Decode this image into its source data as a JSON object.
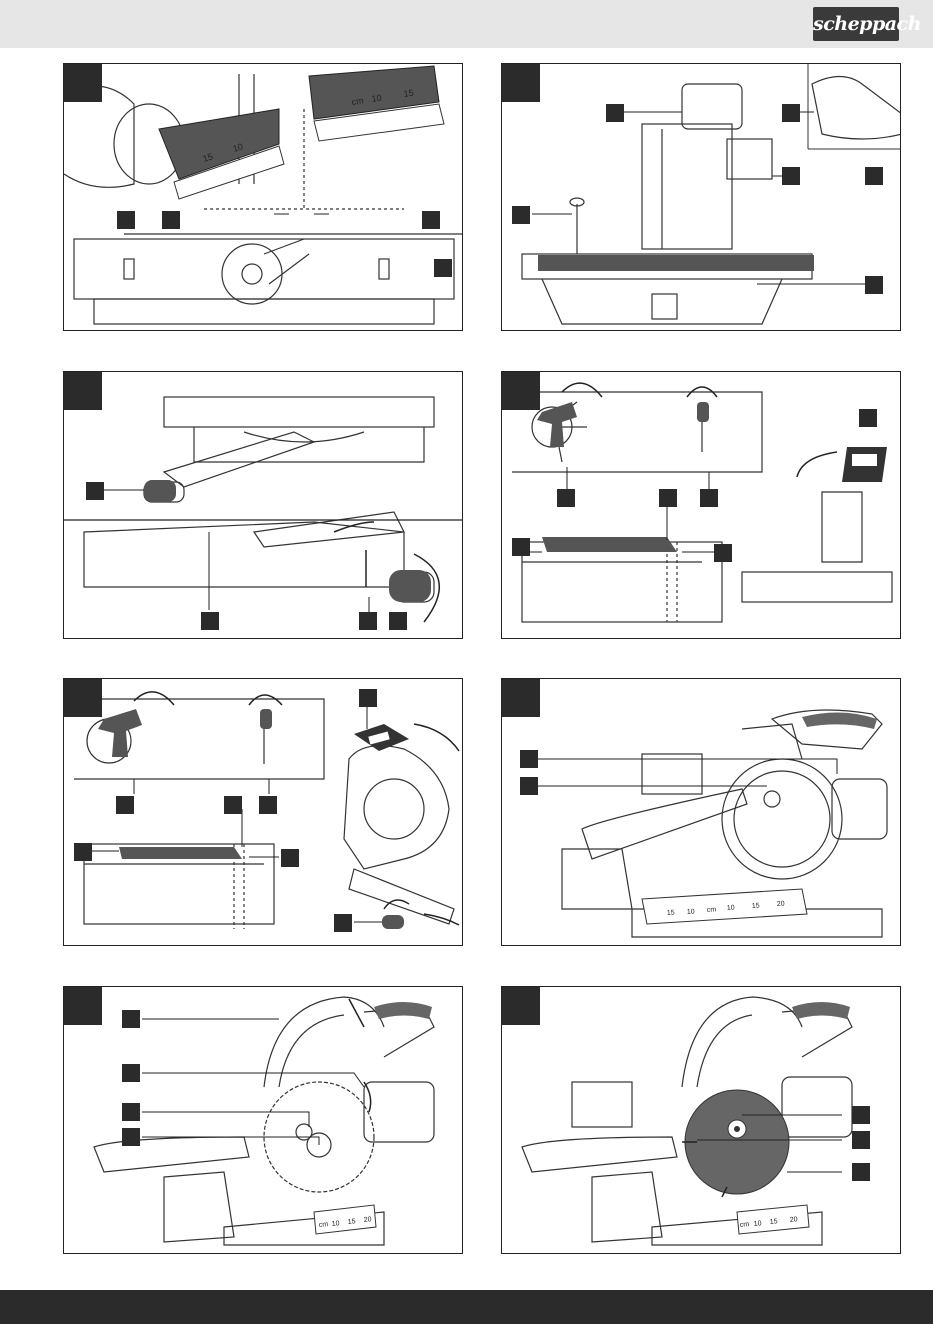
{
  "header": {
    "brand": "scheppach",
    "brand_color": "#3a3a3a",
    "bar_color": "#e6e6e6"
  },
  "panels": [
    {
      "id": "fig1",
      "subject": "fence-scale",
      "scale_labels": [
        "cm",
        "10",
        "15",
        "15",
        "10"
      ]
    },
    {
      "id": "fig2",
      "subject": "saw-front-view"
    },
    {
      "id": "fig3",
      "subject": "table-extension"
    },
    {
      "id": "fig4",
      "subject": "mitre-lock-and-tilt"
    },
    {
      "id": "fig5",
      "subject": "bevel-lock-and-handle"
    },
    {
      "id": "fig6",
      "subject": "blade-guard-side",
      "scale_labels": [
        "15",
        "10",
        "cm",
        "10",
        "15",
        "20"
      ]
    },
    {
      "id": "fig7",
      "subject": "blade-change-open-guard",
      "scale_labels": [
        "cm",
        "10",
        "15",
        "20"
      ]
    },
    {
      "id": "fig8",
      "subject": "blade-change-mounted",
      "scale_labels": [
        "cm",
        "10",
        "15",
        "20"
      ]
    }
  ],
  "footer": {
    "bar_color": "#2b2b2b"
  }
}
